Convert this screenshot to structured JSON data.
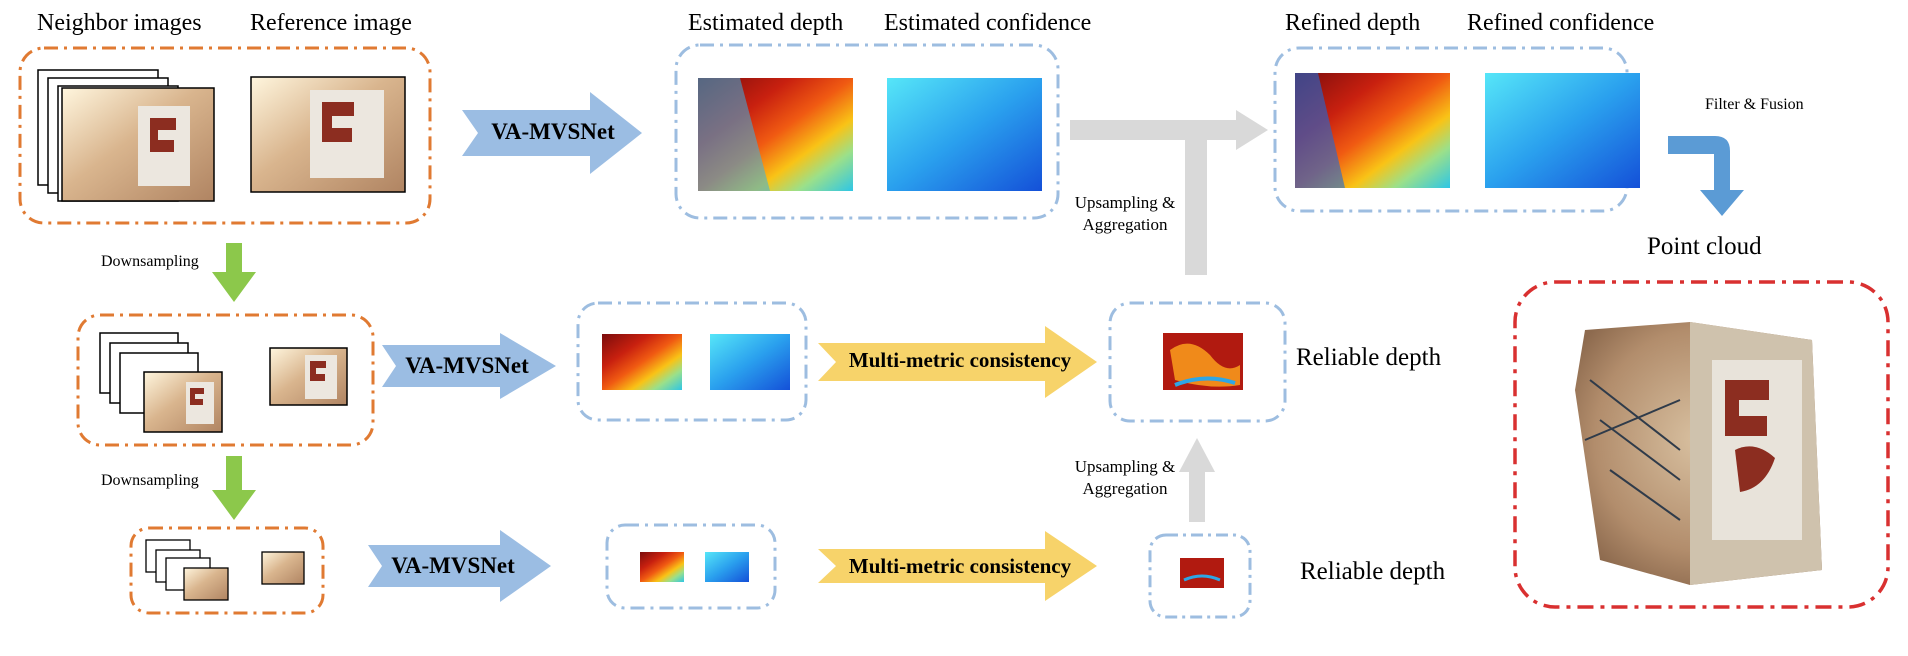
{
  "labels": {
    "neighbor_images": "Neighbor images",
    "reference_image": "Reference image",
    "estimated_depth": "Estimated depth",
    "estimated_confidence": "Estimated confidence",
    "refined_depth": "Refined depth",
    "refined_confidence": "Refined confidence",
    "filter_fusion": "Filter & Fusion",
    "point_cloud": "Point cloud",
    "downsampling_1": "Downsampling",
    "downsampling_2": "Downsampling",
    "upsampling_top": "Upsampling &\nAggregation",
    "upsampling_bottom": "Upsampling &\nAggregation",
    "reliable_depth_1": "Reliable depth",
    "reliable_depth_2": "Reliable depth"
  },
  "arrows": {
    "network_1": "VA-MVSNet",
    "network_2": "VA-MVSNet",
    "network_3": "VA-MVSNet",
    "consistency_1": "Multi-metric consistency",
    "consistency_2": "Multi-metric consistency"
  },
  "colors": {
    "image_group_border": "#e07a32",
    "map_group_border": "#9dbde0",
    "point_cloud_border": "#d93030",
    "network_arrow": "#9bbde3",
    "consistency_arrow": "#f7d36a",
    "downsampling_arrow": "#8cc84b",
    "flow_arrow": "#d9d9d9",
    "fusion_arrow": "#5b9bd5"
  }
}
